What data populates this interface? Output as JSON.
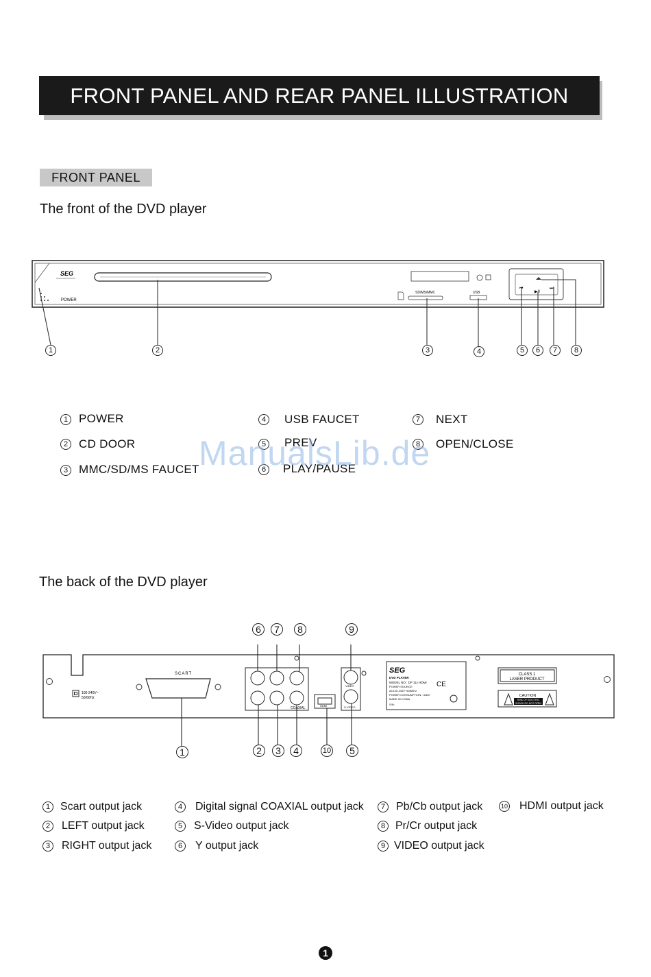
{
  "header": {
    "title": "FRONT PANEL AND REAR PANEL ILLUSTRATION"
  },
  "front": {
    "section_label": "FRONT PANEL",
    "subheading": "The front of the DVD player",
    "device": {
      "brand": "SEG",
      "power_label": "POWER",
      "card_label": "SD/MS/MMC",
      "usb_label": "USB"
    },
    "callouts": [
      "1",
      "2",
      "3",
      "4",
      "5",
      "6",
      "7",
      "8"
    ],
    "legend": [
      {
        "n": "1",
        "label": "POWER"
      },
      {
        "n": "2",
        "label": "CD DOOR"
      },
      {
        "n": "3",
        "label": "MMC/SD/MS FAUCET"
      },
      {
        "n": "4",
        "label": "USB FAUCET"
      },
      {
        "n": "5",
        "label": "PREV"
      },
      {
        "n": "6",
        "label": "PLAY/PAUSE"
      },
      {
        "n": "7",
        "label": "NEXT"
      },
      {
        "n": "8",
        "label": "OPEN/CLOSE"
      }
    ]
  },
  "back": {
    "subheading": "The back of the DVD player",
    "device": {
      "scart_label": "SCART",
      "power_rating_1": "100-240V~",
      "power_rating_2": "50/60Hz",
      "coaxial_label": "COAXIAL",
      "hdmi_label": "HDMI",
      "video_label": "VIDEO",
      "svideo_label": "S-VIDEO",
      "plate_brand": "SEG",
      "plate_product": "DVD PLAYER",
      "plate_model": "MODEL NO.: DP 11x HDMI",
      "plate_source": "POWER SOURCE:",
      "plate_ac": "AC100-240V~50/60Hz",
      "plate_consumption": "POWER CONSUMPTION: <18W",
      "plate_made": "MADE IN CHINA",
      "plate_sn": "S/N:",
      "plate_ce": "CE",
      "class_label_1": "CLASS 1",
      "class_label_2": "LASER PRODUCT",
      "caution_title": "CAUTION",
      "caution_1": "RISK OF ELECTRIC",
      "caution_2": "SHOCK DO NOT OPEN"
    },
    "legend": [
      {
        "n": "1",
        "label": "Scart output jack"
      },
      {
        "n": "2",
        "label": "LEFT  output jack"
      },
      {
        "n": "3",
        "label": "RIGHT  output jack"
      },
      {
        "n": "4",
        "label": "Digital signal COAXIAL output jack"
      },
      {
        "n": "5",
        "label": "S-Video output jack"
      },
      {
        "n": "6",
        "label": "Y output jack"
      },
      {
        "n": "7",
        "label": "Pb/Cb output jack"
      },
      {
        "n": "8",
        "label": "Pr/Cr output jack"
      },
      {
        "n": "9",
        "label": "VIDEO output jack"
      },
      {
        "n": "10",
        "label": "HDMI output jack"
      }
    ]
  },
  "watermark": "ManualsLib.de",
  "page_number": "1"
}
